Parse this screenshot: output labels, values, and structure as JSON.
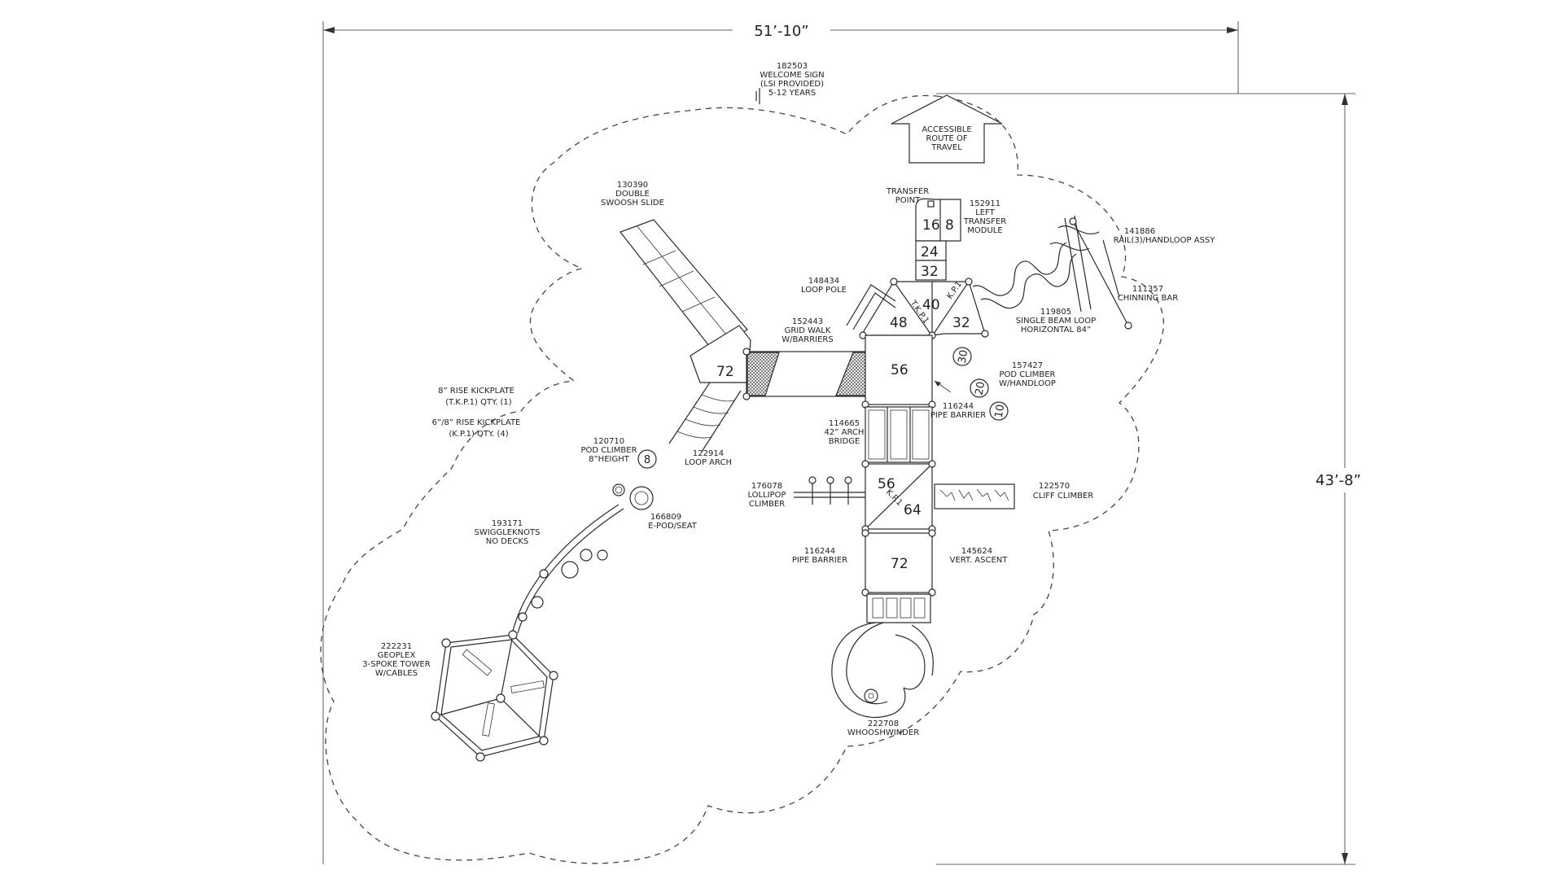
{
  "dimensions": {
    "width": "51’-10”",
    "depth": "43’-8”"
  },
  "labels": {
    "welcome_sign": [
      "182503",
      "WELCOME SIGN",
      "(LSI PROVIDED)",
      "5-12 YEARS"
    ],
    "accessible_route": [
      "ACCESSIBLE",
      "ROUTE OF",
      "TRAVEL"
    ],
    "double_swoosh_slide": [
      "130390",
      "DOUBLE",
      "SWOOSH SLIDE"
    ],
    "transfer_point": [
      "TRANSFER",
      "POINT"
    ],
    "left_transfer_module": [
      "152911",
      "LEFT",
      "TRANSFER",
      "MODULE"
    ],
    "rail_handloop": [
      "141886",
      "RAIL(3)/HANDLOOP ASSY"
    ],
    "loop_pole": [
      "148434",
      "LOOP POLE"
    ],
    "chinning_bar": [
      "111357",
      "CHINNING BAR"
    ],
    "grid_walk": [
      "152443",
      "GRID WALK",
      "W/BARRIERS"
    ],
    "single_beam_loop": [
      "119805",
      "SINGLE BEAM LOOP",
      "HORIZONTAL 84”"
    ],
    "pod_climber_handloop": [
      "157427",
      "POD CLIMBER",
      "W/HANDLOOP"
    ],
    "kickplate_8": [
      "8” RISE KICKPLATE",
      "(T.K.P.1) QTY. (1)"
    ],
    "kickplate_6": [
      "6”/8” RISE KICKPLATE",
      "(K.P.1) QTY. (4)"
    ],
    "pipe_barrier_upper": [
      "116244",
      "PIPE BARRIER"
    ],
    "arch_bridge": [
      "114665",
      "42” ARCH",
      "BRIDGE"
    ],
    "pod_climber_8": [
      "120710",
      "POD CLIMBER",
      "8”HEIGHT"
    ],
    "loop_arch": [
      "122914",
      "LOOP ARCH"
    ],
    "lollipop_climber": [
      "176078",
      "LOLLIPOP",
      "CLIMBER"
    ],
    "cliff_climber": [
      "122570",
      "CLIFF CLIMBER"
    ],
    "epod_seat": [
      "166809",
      "E-POD/SEAT"
    ],
    "swiggleknots": [
      "193171",
      "SWIGGLEKNOTS",
      "NO DECKS"
    ],
    "pipe_barrier_lower": [
      "116244",
      "PIPE BARRIER"
    ],
    "vert_ascent": [
      "145624",
      "VERT. ASCENT"
    ],
    "geoplex": [
      "222231",
      "GEOPLEX",
      "3-SPOKE TOWER",
      "W/CABLES"
    ],
    "whooshwinder": [
      "222708",
      "WHOOSHWINDER"
    ]
  },
  "deck_heights": {
    "transfer_16": "16",
    "transfer_8": "8",
    "step_24": "24",
    "step_32": "32",
    "deck_40": "40",
    "deck_48": "48",
    "deck_32": "32",
    "deck_56_upper": "56",
    "deck_72_slide": "72",
    "deck_56_lower": "56",
    "deck_64": "64",
    "deck_72_lower": "72"
  },
  "pod_heights": {
    "pod_30": "30",
    "pod_20": "20",
    "pod_10": "10",
    "pod_8": "8"
  },
  "kickplate_marks": {
    "kp1": "K.P.1",
    "tkp1": "T.K.P.1"
  }
}
